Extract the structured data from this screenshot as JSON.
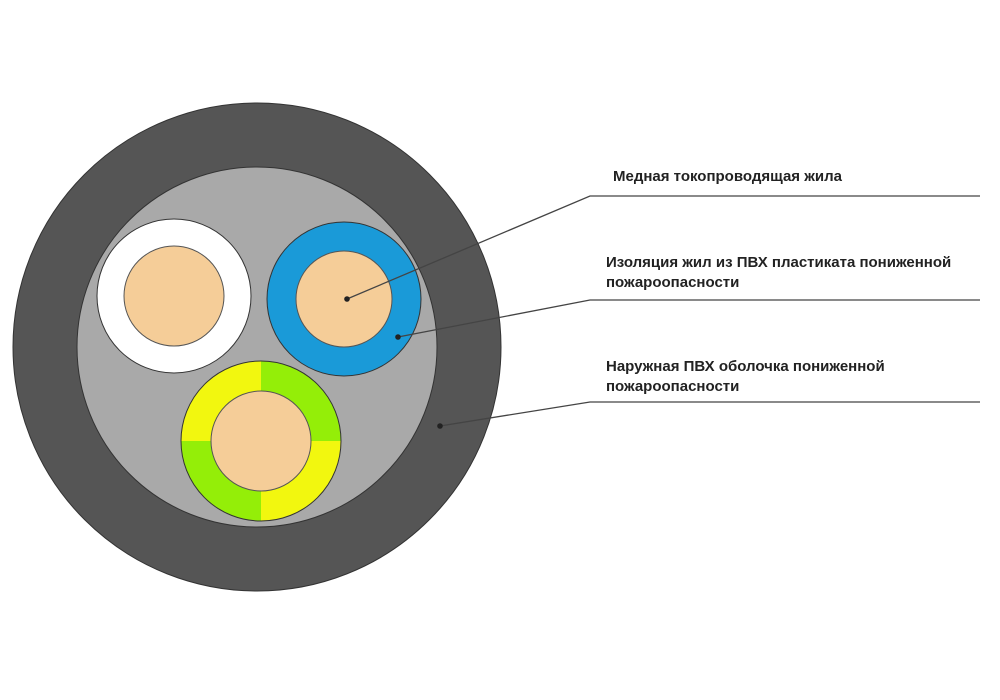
{
  "labels": {
    "conductor": "Медная токопроводящая жила",
    "insulation_line1": "Изоляция жил из ПВХ пластиката пониженной",
    "insulation_line2": "пожароопасности",
    "sheath_line1": "Наружная ПВХ оболочка пониженной",
    "sheath_line2": "пожароопасности"
  },
  "colors": {
    "outer_sheath": "#555555",
    "filler": "#a9a9a9",
    "copper": "#f5cd98",
    "insulation_white": "#ffffff",
    "insulation_blue": "#1a9ad8",
    "insulation_yellow": "#f2f70f",
    "insulation_green": "#94ee08",
    "leader_line": "#444444"
  }
}
